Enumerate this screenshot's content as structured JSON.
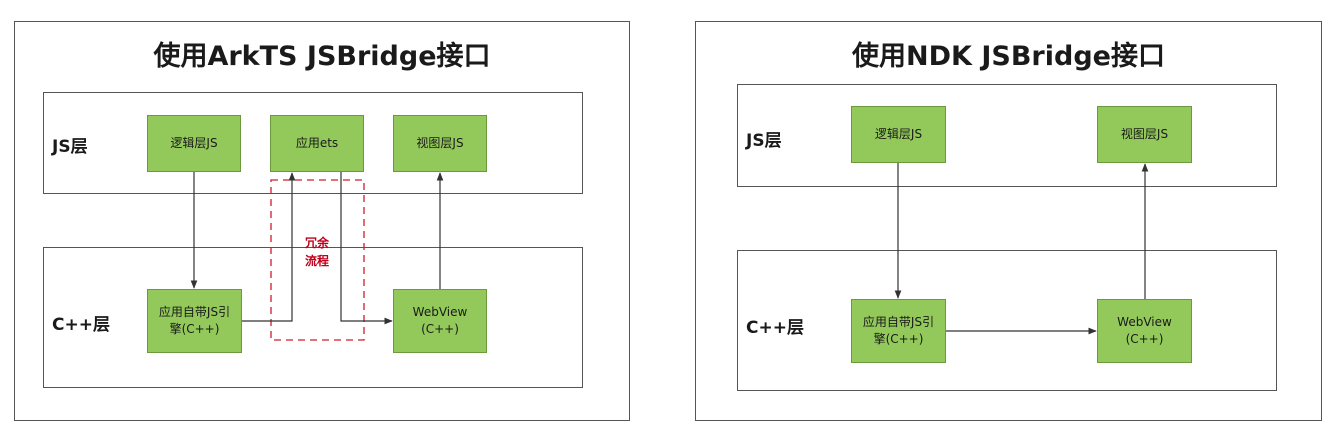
{
  "left_panel": {
    "title": "使用ArkTS JSBridge接口",
    "js_layer_label": "JS层",
    "cpp_layer_label": "C++层",
    "nodes": {
      "logic_js": "逻辑层JS",
      "app_ets": "应用ets",
      "view_js": "视图层JS",
      "engine": "应用自带JS引\n擎(C++)",
      "webview": "WebView\n(C++)"
    },
    "redundant_note": "冗余\n流程"
  },
  "right_panel": {
    "title": "使用NDK JSBridge接口",
    "js_layer_label": "JS层",
    "cpp_layer_label": "C++层",
    "nodes": {
      "logic_js": "逻辑层JS",
      "view_js": "视图层JS",
      "engine": "应用自带JS引\n擎(C++)",
      "webview": "WebView\n(C++)"
    }
  },
  "colors": {
    "node_fill": "#93c95a",
    "redundant": "#c0001a"
  }
}
